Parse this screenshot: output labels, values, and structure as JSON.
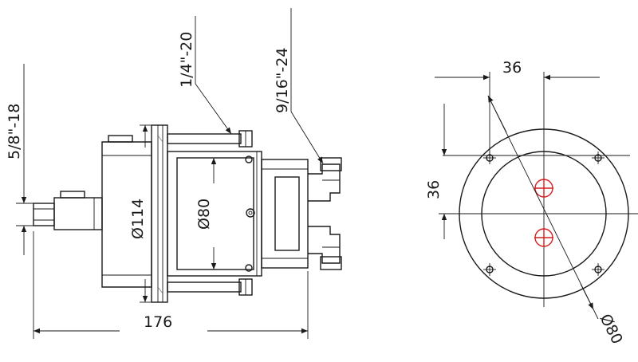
{
  "side_view": {
    "thread_shaft": "5/8\"-18",
    "thread_bolt": "1/4\"-20",
    "thread_port": "9/16\"-24",
    "dia_flange": "Ø114",
    "dia_body": "Ø80",
    "length_total": "176"
  },
  "end_view": {
    "dim_horizontal": "36",
    "dim_vertical": "36",
    "dia_bolt_circle": "Ø80"
  }
}
